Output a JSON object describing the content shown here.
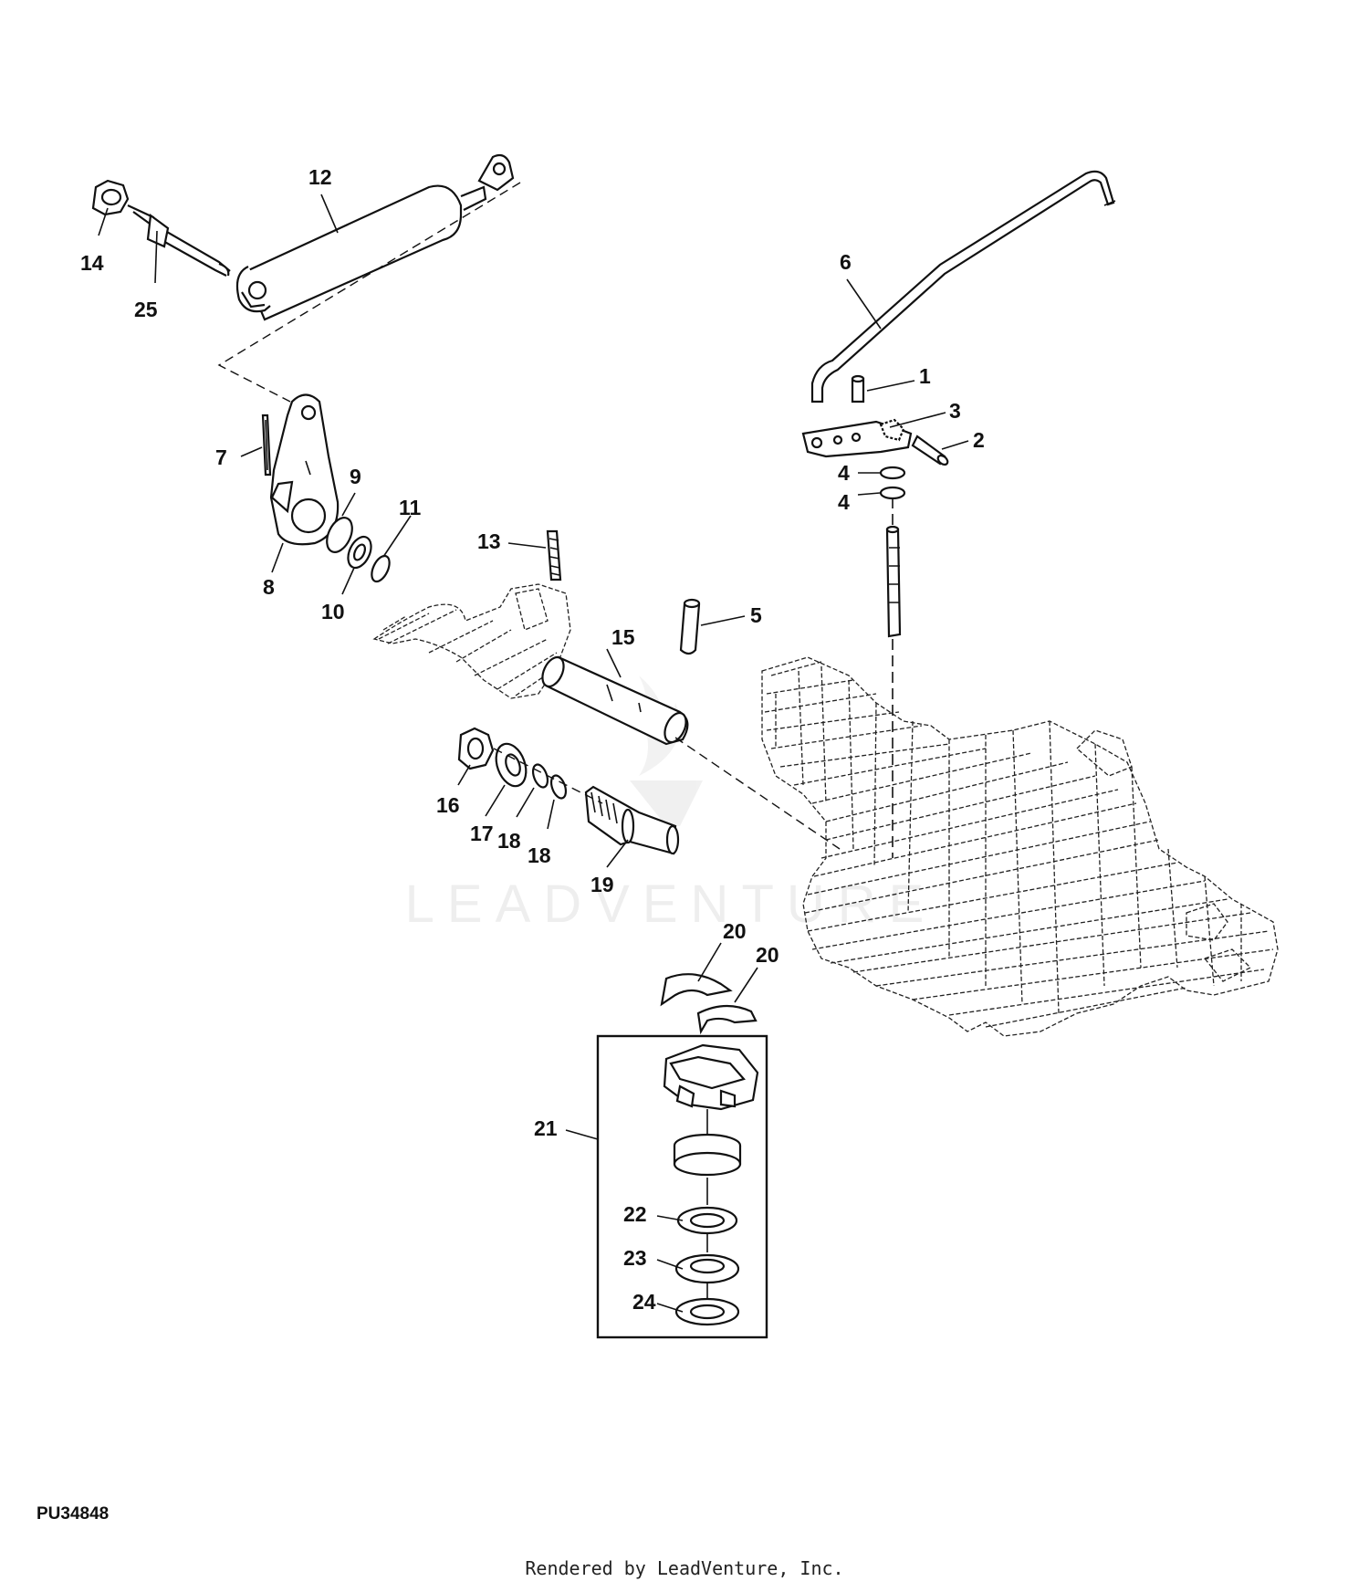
{
  "diagram": {
    "figure_id": "PU34848",
    "credit": "Rendered by LeadVenture, Inc.",
    "watermark": "LEADVENTURE",
    "callouts": [
      "1",
      "2",
      "3",
      "4",
      "4",
      "5",
      "6",
      "7",
      "8",
      "9",
      "10",
      "11",
      "12",
      "13",
      "14",
      "15",
      "16",
      "17",
      "18",
      "18",
      "19",
      "20",
      "20",
      "21",
      "22",
      "23",
      "24",
      "25"
    ]
  }
}
